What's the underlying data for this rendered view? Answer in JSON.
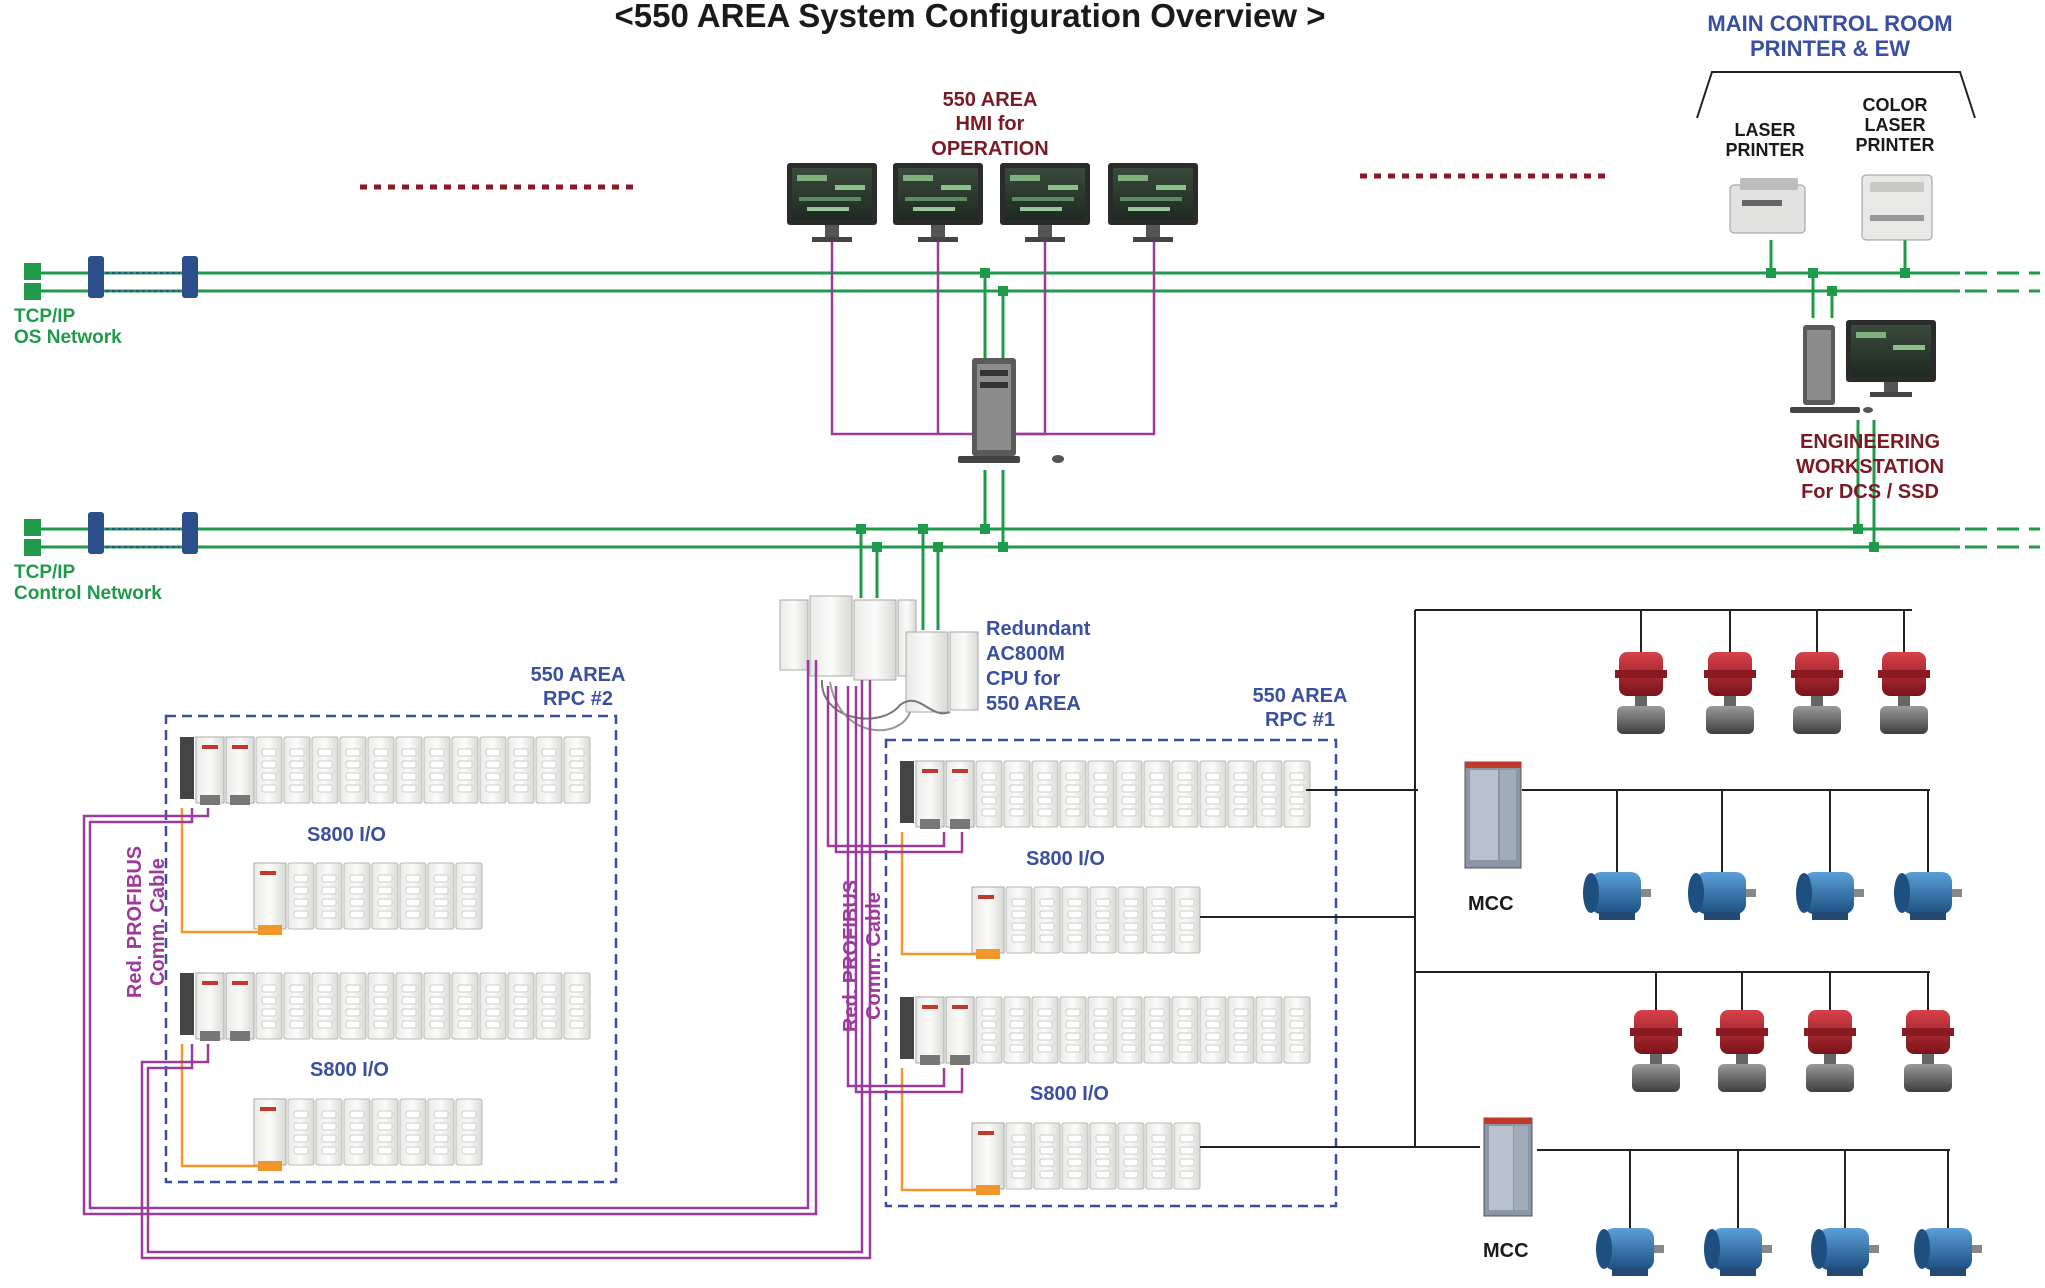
{
  "title": "<550 AREA System Configuration Overview >",
  "main_control_room": {
    "line1": "MAIN CONTROL ROOM",
    "line2": "PRINTER & EW"
  },
  "laser_printer": {
    "line1": "LASER",
    "line2": "PRINTER"
  },
  "color_laser_printer": {
    "line1": "COLOR",
    "line2": "LASER",
    "line3": "PRINTER"
  },
  "hmi": {
    "line1": "550 AREA",
    "line2": "HMI for",
    "line3": "OPERATION"
  },
  "os_network": {
    "line1": "TCP/IP",
    "line2": "OS Network"
  },
  "control_network": {
    "line1": "TCP/IP",
    "line2": "Control Network"
  },
  "engineering_workstation": {
    "line1": "ENGINEERING",
    "line2": "WORKSTATION",
    "line3": "For DCS / SSD"
  },
  "cpu": {
    "line1": "Redundant",
    "line2": "AC800M",
    "line3": "CPU for",
    "line4": "550 AREA"
  },
  "rpc2": {
    "line1": "550 AREA",
    "line2": "RPC #2"
  },
  "rpc1": {
    "line1": "550  AREA",
    "line2": "RPC #1"
  },
  "io_label": "S800 I/O",
  "profibus": {
    "line1": "Red. PROFIBUS",
    "line2": "Comm. Cable"
  },
  "mcc_label": "MCC",
  "colors": {
    "network_green": "#1f9a4a",
    "label_blue": "#3a4fa0",
    "label_maroon": "#7a1a24",
    "profibus_purple": "#9c3a9c",
    "io_orange": "#f0962a",
    "valve_red": "#b3212b",
    "motor_blue": "#2e6fa8"
  }
}
